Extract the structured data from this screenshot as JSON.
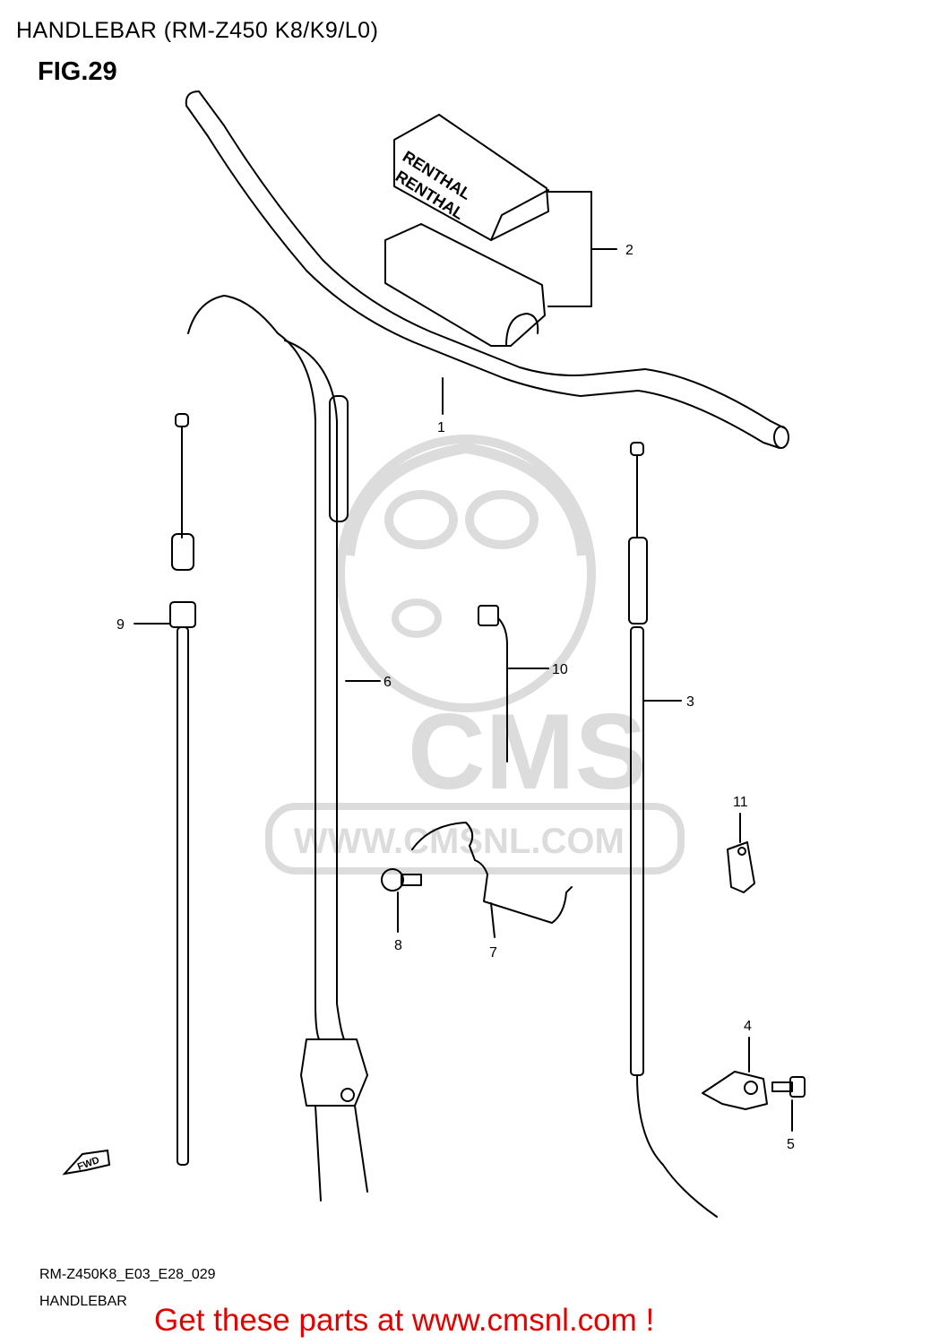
{
  "header": {
    "title": "HANDLEBAR (RM-Z450 K8/K9/L0)",
    "figure": "FIG.29"
  },
  "watermark": {
    "logo_text": "CMS",
    "url_text": "WWW.CMSNL.COM"
  },
  "badge": {
    "fwd": "FWD"
  },
  "parts": [
    {
      "ref": "1"
    },
    {
      "ref": "2"
    },
    {
      "ref": "3"
    },
    {
      "ref": "4"
    },
    {
      "ref": "5"
    },
    {
      "ref": "6"
    },
    {
      "ref": "7"
    },
    {
      "ref": "8"
    },
    {
      "ref": "9"
    },
    {
      "ref": "10"
    },
    {
      "ref": "11"
    }
  ],
  "footer": {
    "code": "RM-Z450K8_E03_E28_029",
    "name": "HANDLEBAR",
    "cta": "Get these parts at www.cmsnl.com !"
  },
  "colors": {
    "cta": "#e00000",
    "watermark": "#d9d9d9",
    "line": "#000000"
  }
}
